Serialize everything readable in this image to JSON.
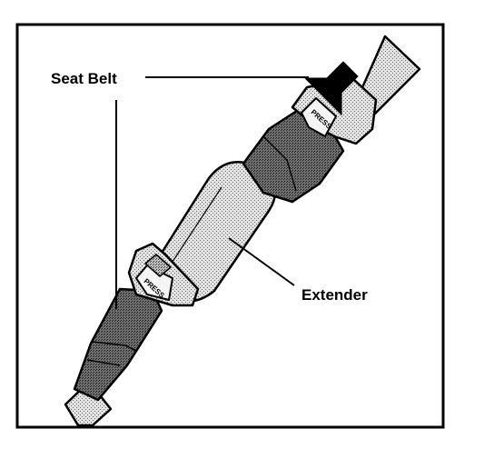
{
  "labels": {
    "seat_belt": "Seat Belt",
    "extender": "Extender",
    "press_upper": "PRESS",
    "press_lower": "PRESS"
  },
  "colors": {
    "ink": "#000000",
    "light_fill": "#c4c4c4",
    "mid_fill": "#9a9a9a",
    "dark_fill": "#5c5c5c",
    "background": "#ffffff"
  },
  "icons": {
    "press_arrow": "down-left-arrow-icon"
  }
}
